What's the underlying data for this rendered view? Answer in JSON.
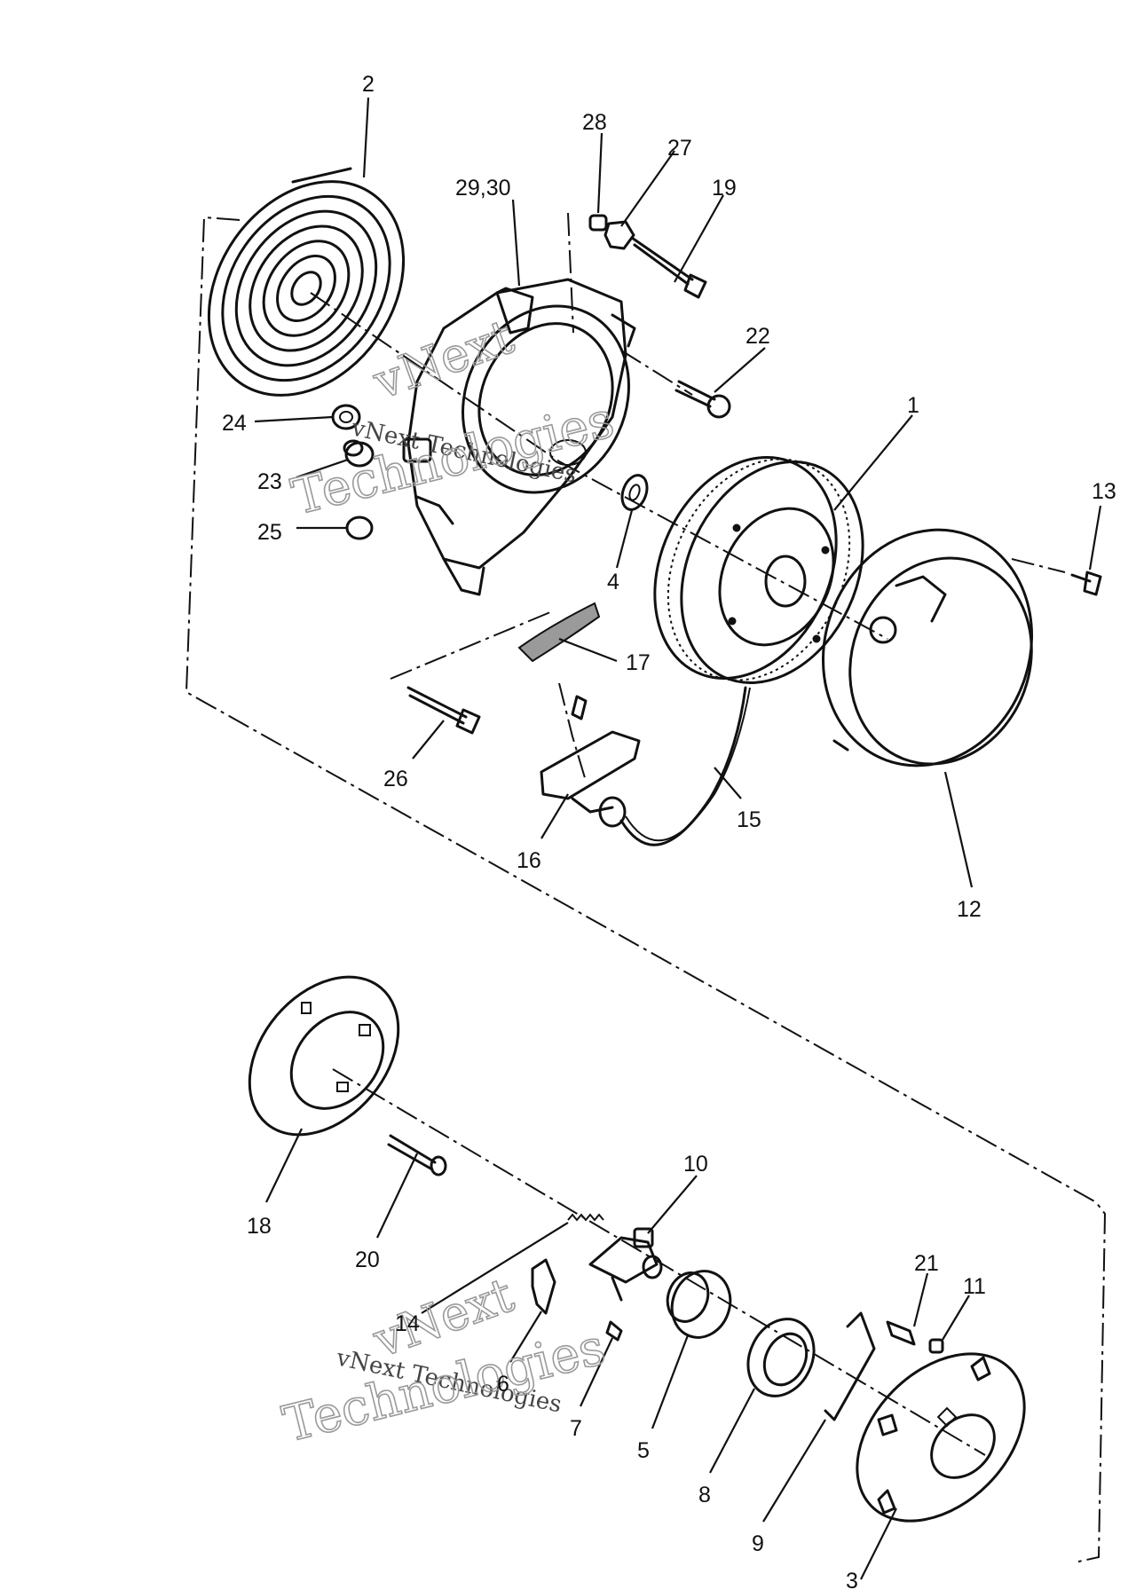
{
  "callouts": [
    {
      "id": "c2top",
      "text": "2"
    },
    {
      "id": "c28",
      "text": "28"
    },
    {
      "id": "c27",
      "text": "27"
    },
    {
      "id": "c19",
      "text": "19"
    },
    {
      "id": "c2930",
      "text": "29,30"
    },
    {
      "id": "c22",
      "text": "22"
    },
    {
      "id": "c1",
      "text": "1"
    },
    {
      "id": "c13",
      "text": "13"
    },
    {
      "id": "c24",
      "text": "24"
    },
    {
      "id": "c23",
      "text": "23"
    },
    {
      "id": "c25",
      "text": "25"
    },
    {
      "id": "c4",
      "text": "4"
    },
    {
      "id": "c17",
      "text": "17"
    },
    {
      "id": "c26",
      "text": "26"
    },
    {
      "id": "c16",
      "text": "16"
    },
    {
      "id": "c15",
      "text": "15"
    },
    {
      "id": "c12",
      "text": "12"
    },
    {
      "id": "c10",
      "text": "10"
    },
    {
      "id": "c18",
      "text": "18"
    },
    {
      "id": "c20",
      "text": "20"
    },
    {
      "id": "c21",
      "text": "21"
    },
    {
      "id": "c11",
      "text": "11"
    },
    {
      "id": "c14",
      "text": "14"
    },
    {
      "id": "c6",
      "text": "6"
    },
    {
      "id": "c7",
      "text": "7"
    },
    {
      "id": "c5",
      "text": "5"
    },
    {
      "id": "c8",
      "text": "8"
    },
    {
      "id": "c9",
      "text": "9"
    },
    {
      "id": "c3",
      "text": "3"
    }
  ],
  "watermark": {
    "line1": "vNext",
    "line2": "vNext Technologies",
    "line3": "Technologies"
  }
}
